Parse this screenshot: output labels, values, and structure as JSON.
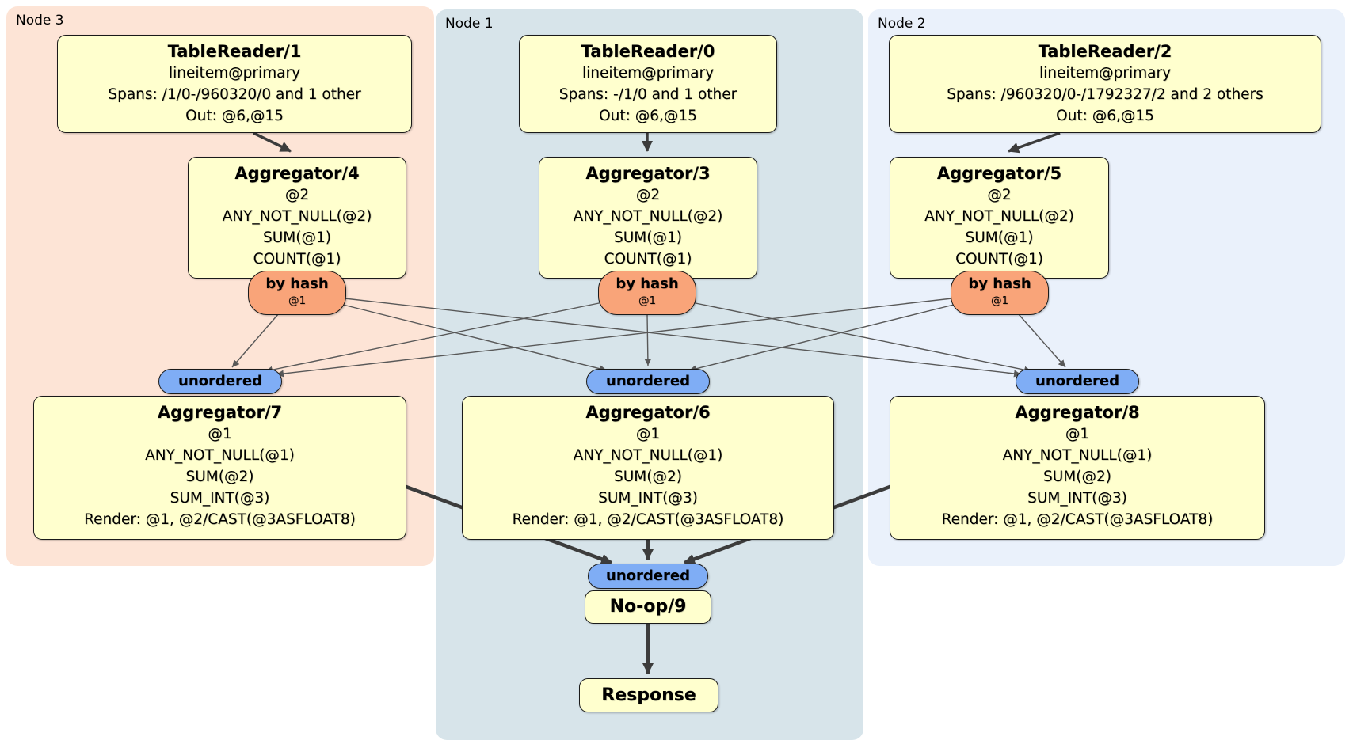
{
  "regions": [
    {
      "label": "Node 3"
    },
    {
      "label": "Node 1"
    },
    {
      "label": "Node 2"
    }
  ],
  "processors": {
    "tr1": {
      "title": "TableReader/1",
      "lines": [
        "lineitem@primary",
        "Spans: /1/0-/960320/0 and 1 other",
        "Out: @6,@15"
      ]
    },
    "tr0": {
      "title": "TableReader/0",
      "lines": [
        "lineitem@primary",
        "Spans: -/1/0 and 1 other",
        "Out: @6,@15"
      ]
    },
    "tr2": {
      "title": "TableReader/2",
      "lines": [
        "lineitem@primary",
        "Spans: /960320/0-/1792327/2 and 2 others",
        "Out: @6,@15"
      ]
    },
    "agg4": {
      "title": "Aggregator/4",
      "lines": [
        "@2",
        "ANY_NOT_NULL(@2)",
        "SUM(@1)",
        "COUNT(@1)"
      ]
    },
    "agg3": {
      "title": "Aggregator/3",
      "lines": [
        "@2",
        "ANY_NOT_NULL(@2)",
        "SUM(@1)",
        "COUNT(@1)"
      ]
    },
    "agg5": {
      "title": "Aggregator/5",
      "lines": [
        "@2",
        "ANY_NOT_NULL(@2)",
        "SUM(@1)",
        "COUNT(@1)"
      ]
    },
    "agg7": {
      "title": "Aggregator/7",
      "lines": [
        "@1",
        "ANY_NOT_NULL(@1)",
        "SUM(@2)",
        "SUM_INT(@3)",
        "Render: @1, @2/CAST(@3ASFLOAT8)"
      ]
    },
    "agg6": {
      "title": "Aggregator/6",
      "lines": [
        "@1",
        "ANY_NOT_NULL(@1)",
        "SUM(@2)",
        "SUM_INT(@3)",
        "Render: @1, @2/CAST(@3ASFLOAT8)"
      ]
    },
    "agg8": {
      "title": "Aggregator/8",
      "lines": [
        "@1",
        "ANY_NOT_NULL(@1)",
        "SUM(@2)",
        "SUM_INT(@3)",
        "Render: @1, @2/CAST(@3ASFLOAT8)"
      ]
    },
    "noop": {
      "title": "No-op/9"
    },
    "response": {
      "title": "Response"
    }
  },
  "routers": {
    "hash4": {
      "label": "by hash",
      "detail": "@1"
    },
    "hash3": {
      "label": "by hash",
      "detail": "@1"
    },
    "hash5": {
      "label": "by hash",
      "detail": "@1"
    }
  },
  "streams": {
    "sync7": {
      "label": "unordered"
    },
    "sync6": {
      "label": "unordered"
    },
    "sync8": {
      "label": "unordered"
    },
    "sync9": {
      "label": "unordered"
    }
  },
  "colors": {
    "node3_bg": "#fde4d6",
    "node1_bg": "#d7e4ea",
    "node2_bg": "#eaf1fb",
    "processor_bg": "#ffffce",
    "router_bg": "#f9a479",
    "sync_bg": "#7fadf5",
    "edge_thin": "#585858",
    "edge_thick": "#3c3c3c"
  }
}
